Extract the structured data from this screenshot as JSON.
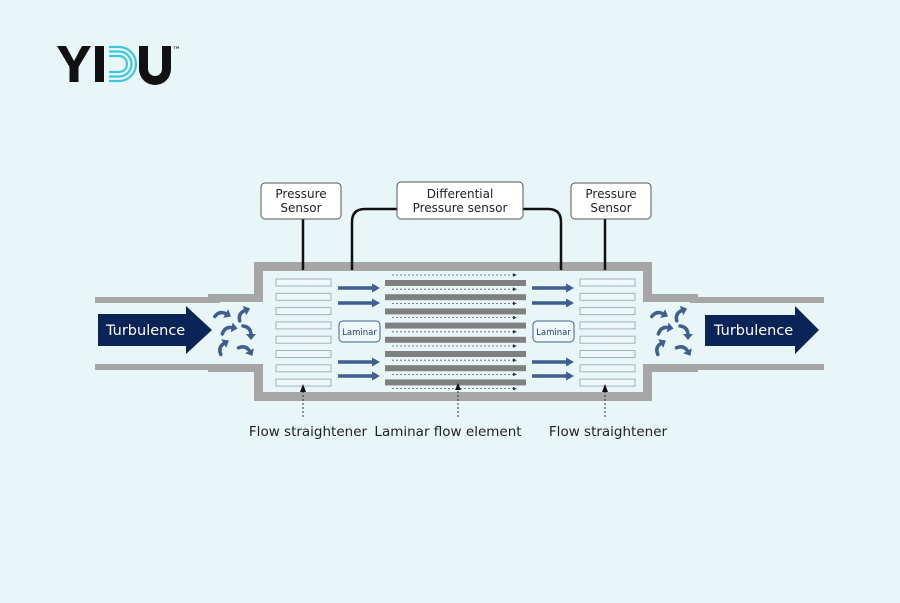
{
  "brand": {
    "logo_text": "YIDU",
    "trademark": "™",
    "accent_color": "#3cc6e0"
  },
  "colors": {
    "background": "#e9f6f8",
    "pipe_wall": "#a6a6a6",
    "arrow_navy": "#0b2458",
    "flow_arrow": "#3f5f8f",
    "laminar_plate": "#808080"
  },
  "sensors": {
    "left_pressure": {
      "line1": "Pressure",
      "line2": "Sensor"
    },
    "differential": {
      "line1": "Differential",
      "line2": "Pressure sensor"
    },
    "right_pressure": {
      "line1": "Pressure",
      "line2": "Sensor"
    }
  },
  "flow": {
    "inlet_label": "Turbulence",
    "outlet_label": "Turbulence",
    "laminar_left": "Laminar",
    "laminar_right": "Laminar"
  },
  "callouts": {
    "left_straightener": "Flow straightener",
    "laminar_element": "Laminar flow element",
    "right_straightener": "Flow straightener"
  }
}
